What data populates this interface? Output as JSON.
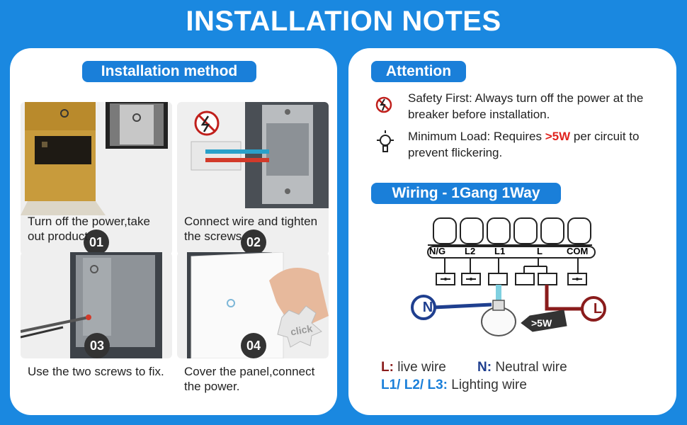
{
  "title": "INSTALLATION NOTES",
  "left": {
    "heading": "Installation method",
    "steps": [
      {
        "badge": "01",
        "text": "Turn off the power,take out product."
      },
      {
        "badge": "02",
        "text": "Connect wire and tighten the screws."
      },
      {
        "badge": "03",
        "text": "Use the two screws to fix."
      },
      {
        "badge": "04",
        "text": "Cover the panel,connect the power."
      }
    ],
    "click_label": "click"
  },
  "right": {
    "attention_heading": "Attention",
    "safety": "Safety First: Always turn off the power at the breaker before installation.",
    "load_prefix": "Minimum Load: Requires ",
    "load_value": ">5W",
    "load_suffix": " per circuit to prevent flickering.",
    "wiring_heading": "Wiring - 1Gang 1Way",
    "terminals": [
      "N/G",
      "L2",
      "L1",
      "L",
      "COM"
    ],
    "bulb_label": ">5W",
    "n_label": "N",
    "l_label": "L",
    "legend": {
      "l_key": "L:",
      "l_val": " live wire",
      "n_key": "N:",
      "n_val": " Neutral wire",
      "lg_key": "L1/ L2/ L3:",
      "lg_val": " Lighting wire"
    }
  },
  "colors": {
    "brand_blue": "#1a88e0",
    "accent_red": "#e0241f",
    "neutral_wire": "#1f3f8f",
    "live_wire": "#8a1c1c",
    "light_wire": "#7fd0e0"
  }
}
